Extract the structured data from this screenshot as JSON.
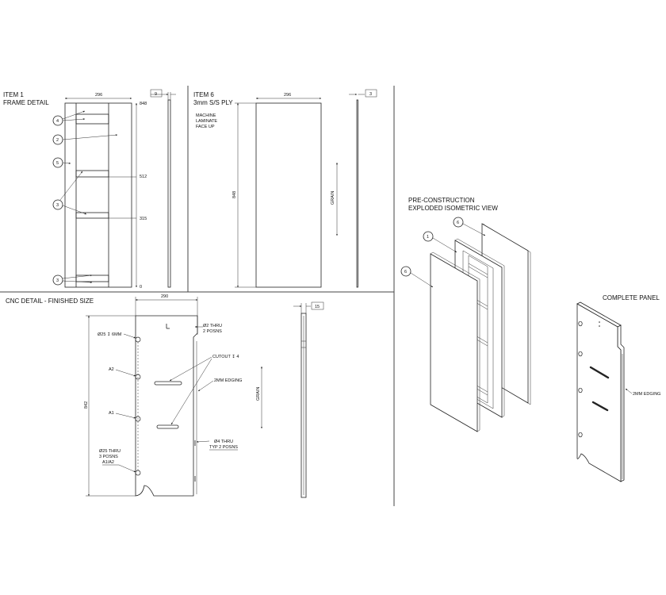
{
  "views": {
    "item1": {
      "title_line1": "ITEM 1",
      "title_line2": "FRAME DETAIL",
      "dim_width": "296",
      "dim_thickness": "9",
      "dim_848": "848",
      "dim_512": "512",
      "dim_315": "315",
      "dim_0": "0",
      "callouts": [
        "4",
        "2",
        "5",
        "3",
        "3"
      ]
    },
    "item6": {
      "title_line1": "ITEM 6",
      "title_line2": "3mm S/S PLY",
      "note_line1": "MACHINE",
      "note_line2": "LAMINATE",
      "note_line3": "FACE UP",
      "dim_width": "296",
      "dim_height": "848",
      "dim_thickness": "3",
      "grain": "GRAIN"
    },
    "cnc": {
      "title": "CNC DETAIL - FINISHED SIZE",
      "dim_width": "290",
      "dim_height": "842",
      "dim_thickness": "15",
      "note_hole25_6mm": "Ø25 ↧ 6MM",
      "note_hole2_line1": "Ø2 THRU",
      "note_hole2_line2": "2 POSNS",
      "note_cutout": "CUTOUT ↧ 4",
      "note_edging": "2MM EDGING",
      "note_hole4_line1": "Ø4 THRU",
      "note_hole4_line2": "TYP 2 POSNS",
      "note_hole25_thru_line1": "Ø25 THRU",
      "note_hole25_thru_line2": "3 POSNS",
      "note_hole25_thru_line3": "A1/A2",
      "label_a2": "A2",
      "label_a1": "A1",
      "grain": "GRAIN"
    },
    "exploded": {
      "title_line1": "PRE-CONSTRUCTION",
      "title_line2": "EXPLODED ISOMETRIC VIEW",
      "callout_top": "6",
      "callout_mid": "1",
      "callout_front": "6"
    },
    "complete": {
      "title": "COMPLETE PANEL",
      "note_edging": "2MM EDGING"
    }
  }
}
